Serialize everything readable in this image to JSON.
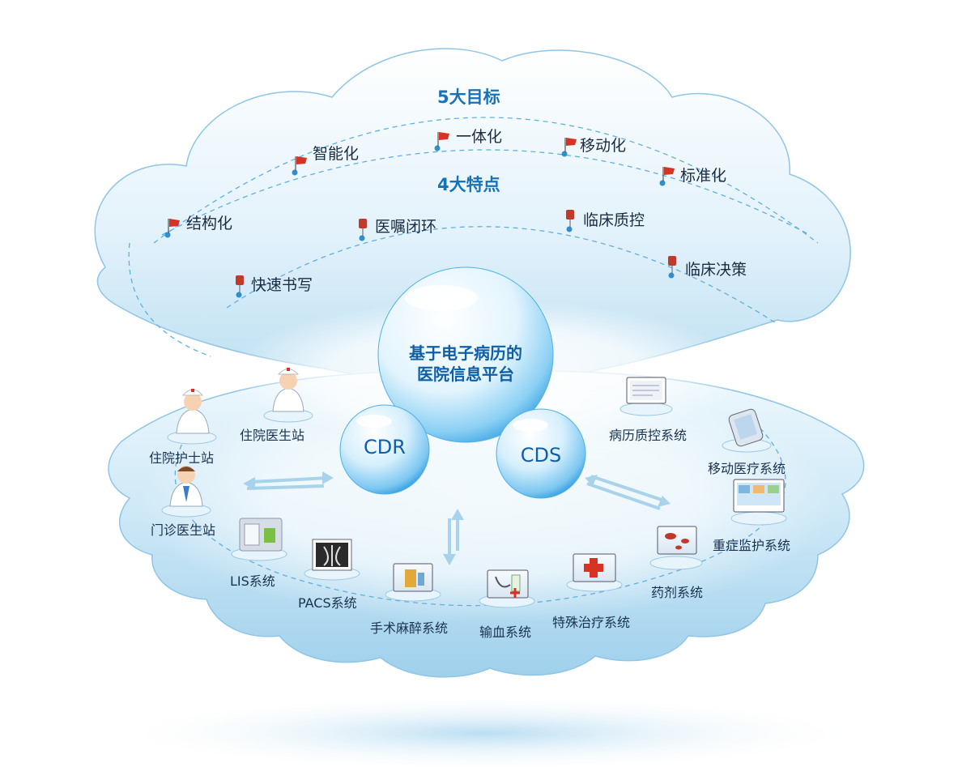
{
  "cloud": {
    "goals_heading": "5大目标",
    "features_heading": "4大特点",
    "goals": [
      "结构化",
      "智能化",
      "一体化",
      "移动化",
      "标准化"
    ],
    "features": [
      "快速书写",
      "医嘱闭环",
      "临床质控",
      "临床决策"
    ]
  },
  "center": {
    "platform_line1": "基于电子病历的",
    "platform_line2": "医院信息平台",
    "cdr": "CDR",
    "cds": "CDS"
  },
  "systems": {
    "nurse_station": "住院护士站",
    "doctor_station": "住院医生站",
    "outpatient_station": "门诊医生站",
    "lis": "LIS系统",
    "pacs": "PACS系统",
    "anesthesia": "手术麻醉系统",
    "blood": "输血系统",
    "special_treatment": "特殊治疗系统",
    "pharmacy": "药剂系统",
    "icu": "重症监护系统",
    "mobile": "移动医疗系统",
    "emr_qc": "病历质控系统"
  },
  "colors": {
    "heading": "#1673b8",
    "flag": "#d63324",
    "pin": "#c0392b",
    "shell": "#bfe0f3",
    "bubble_text": "#0f5fa8"
  }
}
